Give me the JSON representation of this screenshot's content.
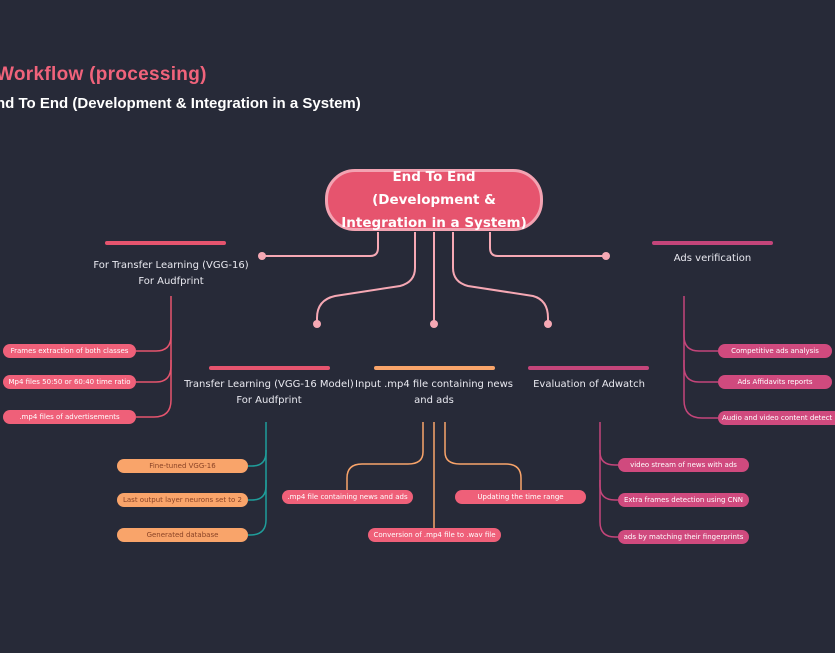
{
  "header": {
    "title": "Workflow (processing)",
    "subtitle": "nd To End (Development & Integration in a System)"
  },
  "root": {
    "line1": "End To End (Development &",
    "line2": "Integration in a System)"
  },
  "branches": {
    "transfer_learning_top": {
      "line1": "For Transfer Learning (VGG-16)",
      "line2": "For Audfprint",
      "items": [
        "Frames extraction of both classes",
        "Mp4 files 50:50 or 60:40 time ratio",
        ".mp4 files of advertisements"
      ]
    },
    "ads_verification": {
      "line1": "Ads verification",
      "items": [
        "Competitive ads analysis",
        "Ads Affidavits reports",
        "Audio and video content detect"
      ]
    },
    "transfer_learning_model": {
      "line1": "Transfer Learning (VGG-16 Model)",
      "line2": "For Audfprint",
      "items": [
        "Fine-tuned VGG-16",
        "Last output layer neurons set to 2",
        "Generated database"
      ]
    },
    "input_file": {
      "line1": "Input .mp4 file containing news",
      "line2": "and ads",
      "items": [
        ".mp4 file containing news and ads",
        "Updating the time range",
        "Conversion of .mp4 file to .wav file"
      ]
    },
    "evaluation": {
      "line1": "Evaluation of Adwatch",
      "items": [
        "video stream of news with ads",
        "Extra frames detection using CNN",
        "ads by matching their fingerprints"
      ]
    }
  },
  "colors": {
    "background": "#272a38",
    "pink": "#e6546e",
    "magenta": "#d04a7e",
    "orange": "#f9a46a",
    "teal": "#1f9d9a",
    "connector_pink": "#f38aa0"
  }
}
